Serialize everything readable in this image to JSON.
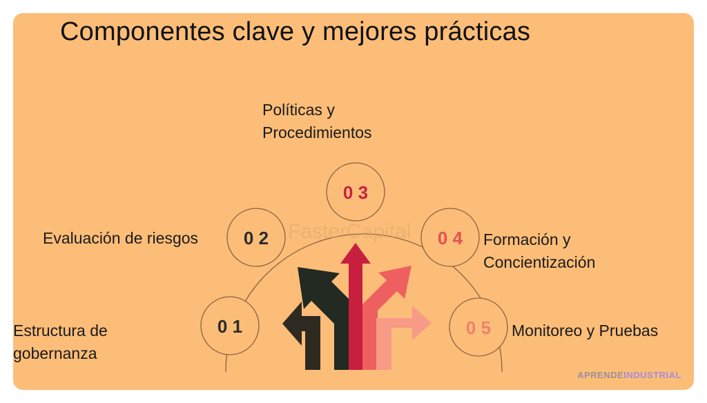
{
  "title": "Componentes clave y mejores prácticas",
  "items": [
    {
      "number": "0 1",
      "label": "Estructura de\ngobernanza"
    },
    {
      "number": "0 2",
      "label": "Evaluación de riesgos"
    },
    {
      "number": "0 3",
      "label": "Políticas y\nProcedimientos"
    },
    {
      "number": "0 4",
      "label": "Formación y\nConcientización"
    },
    {
      "number": "0 5",
      "label": "Monitoreo y Pruebas"
    }
  ],
  "watermark": "FasterCapital",
  "brand": {
    "part1": "APRENDE",
    "part2": "INDUSTRIAL"
  },
  "colors": {
    "background": "#fcbd78",
    "circle_stroke": "#8a6242",
    "arrow_1": "#2e2a22",
    "arrow_2": "#222a22",
    "arrow_3": "#c71f3e",
    "arrow_4": "#ee6060",
    "arrow_5": "#f79a86",
    "brand_1": "#9b8f99",
    "brand_2": "#a58bd8"
  }
}
